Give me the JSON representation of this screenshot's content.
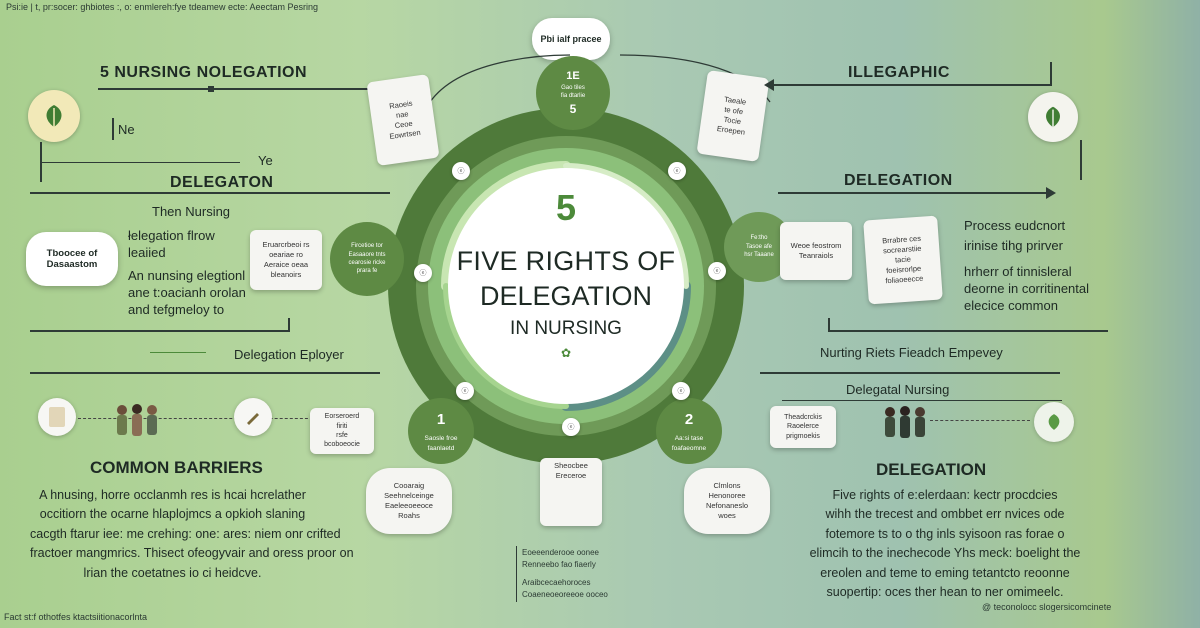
{
  "top_caption": "Psi:ie | t, pr:socer: ghbiotes :, o: enmlereh:fye tdeamew ecte: Aeectam Pesring",
  "bottom_left_caption": "Fact st:f othotfes ktactsiitionacorlnta",
  "bottom_right_caption": "@ teconolocc slogersicomcinete",
  "title": {
    "number": "5",
    "line1": "FIVE RIGHTS OF",
    "line2": "DELEGATION",
    "line3": "IN NURSING"
  },
  "top_bubble": "Pbi ialf pracee",
  "top_node": {
    "label": "1E",
    "sub": "Gao tiles\nfia dtarlie",
    "num": "5"
  },
  "node1": {
    "num": "1",
    "text": "Saosle froe\nfaanlaetd"
  },
  "node2": {
    "num": "2",
    "text": "Aa:si tase\nfoafaeomne"
  },
  "left_node_text": "Fircetioe tor\nEasaaore tnts\ncearosie ricke\nprara fe",
  "right_node_text": "Fe:tho\nTasoe afe\nhsr Taaane",
  "left": {
    "heading1": "5 NURSING NOLEGATION",
    "ne": "Ne",
    "ye": "Ye",
    "heading2": "DELEGATON",
    "then": "Then Nursing",
    "deleg_flow": "łelegation flrow",
    "isolated": "leaiied",
    "pill": "Tboocee of\nDasaastom",
    "p1": "An nunsing elegtionl",
    "p2": "ane t:oacianh orolan",
    "p3": "and tefgmeloy to",
    "deleg_employer": "Delegation Eployer",
    "barriers_heading": "COMMON BARRIERS",
    "barriers_lines": [
      "A hnusing, horre occlanmh res is hcai hcrelather",
      "occitiorn the ocarne hlaplojmcs a opkioh slaning",
      "cacgth ftarur iee: me crehing: one: ares: niem onr crifted",
      "fractoer mangmrics. Thisect ofeogyvair and oress proor on",
      "lrian the coetatnes io ci heidcve."
    ]
  },
  "right": {
    "heading1": "ILLEGAPHIC",
    "heading2": "DELEGATION",
    "p1": "Process eudcnort",
    "p2": "irinise tihg prirver",
    "p3": "hrherr of tinnisleral",
    "p4": "deorne in corritinental",
    "p5": "elecice common",
    "nursing_line": "Nurting Riets Fieadch Empevey",
    "delegatal": "Delegatal Nursing",
    "heading3": "DELEGATION",
    "desc_lines": [
      "Five rights of e:elerdaan: kectr procdcies",
      "wihh the trecest and ombbet err nvices ode",
      "fotemore ts to o thg inls syisoon ras forae o",
      "elimcih to the inechecode Yhs meck: boelight the",
      "ereolen and teme to eming tetantcto reoonne",
      "suopertip: oces ther hean to ner omimeelc."
    ]
  },
  "cards": {
    "tl_paper": "Raoeis\nnae\nCeoe\nEowrtsen",
    "tr_paper": "Taeale\nte ofe\nTocie\nEroepen",
    "left_card": "Eruarcrbeoi rs\noeariae ro\nAeraice oeaa\nbleanoirs",
    "right_card1": "Weoe feostrom\nTeanraiols",
    "right_card2": "Brrabre ces\nsocrearstiie\ntacie\nfoeisrorlpe\nfoliaoeecce",
    "bottom_left_card": "Eorseroerd\nfiriti\nrsfe\nbcoboeocie",
    "bottom_right_card": "Theadcrckis\nRaoelerce\nprigmoekis",
    "bl_cloud": "Cooaraig\nSeehnelceinge\nEaeleeoeeoce\nRoahs",
    "br_cloud": "Clmlons\nHenonoree\nNefonaneslo\nwoes",
    "center_box": "Sheocbee\nEreceroe"
  },
  "bottom_center": {
    "l1": "Eoeeenderooe oonee",
    "l2": "Renneebo fao fiaerly",
    "l3": "Araibcecaehoroces",
    "l4": "Coaeneoeoreeoe ooceo"
  },
  "colors": {
    "ring_dark": "#4f7a3a",
    "ring_light": "#8cc07a",
    "accent_green": "#4c8a3a",
    "text_dark": "#1e2a24"
  }
}
